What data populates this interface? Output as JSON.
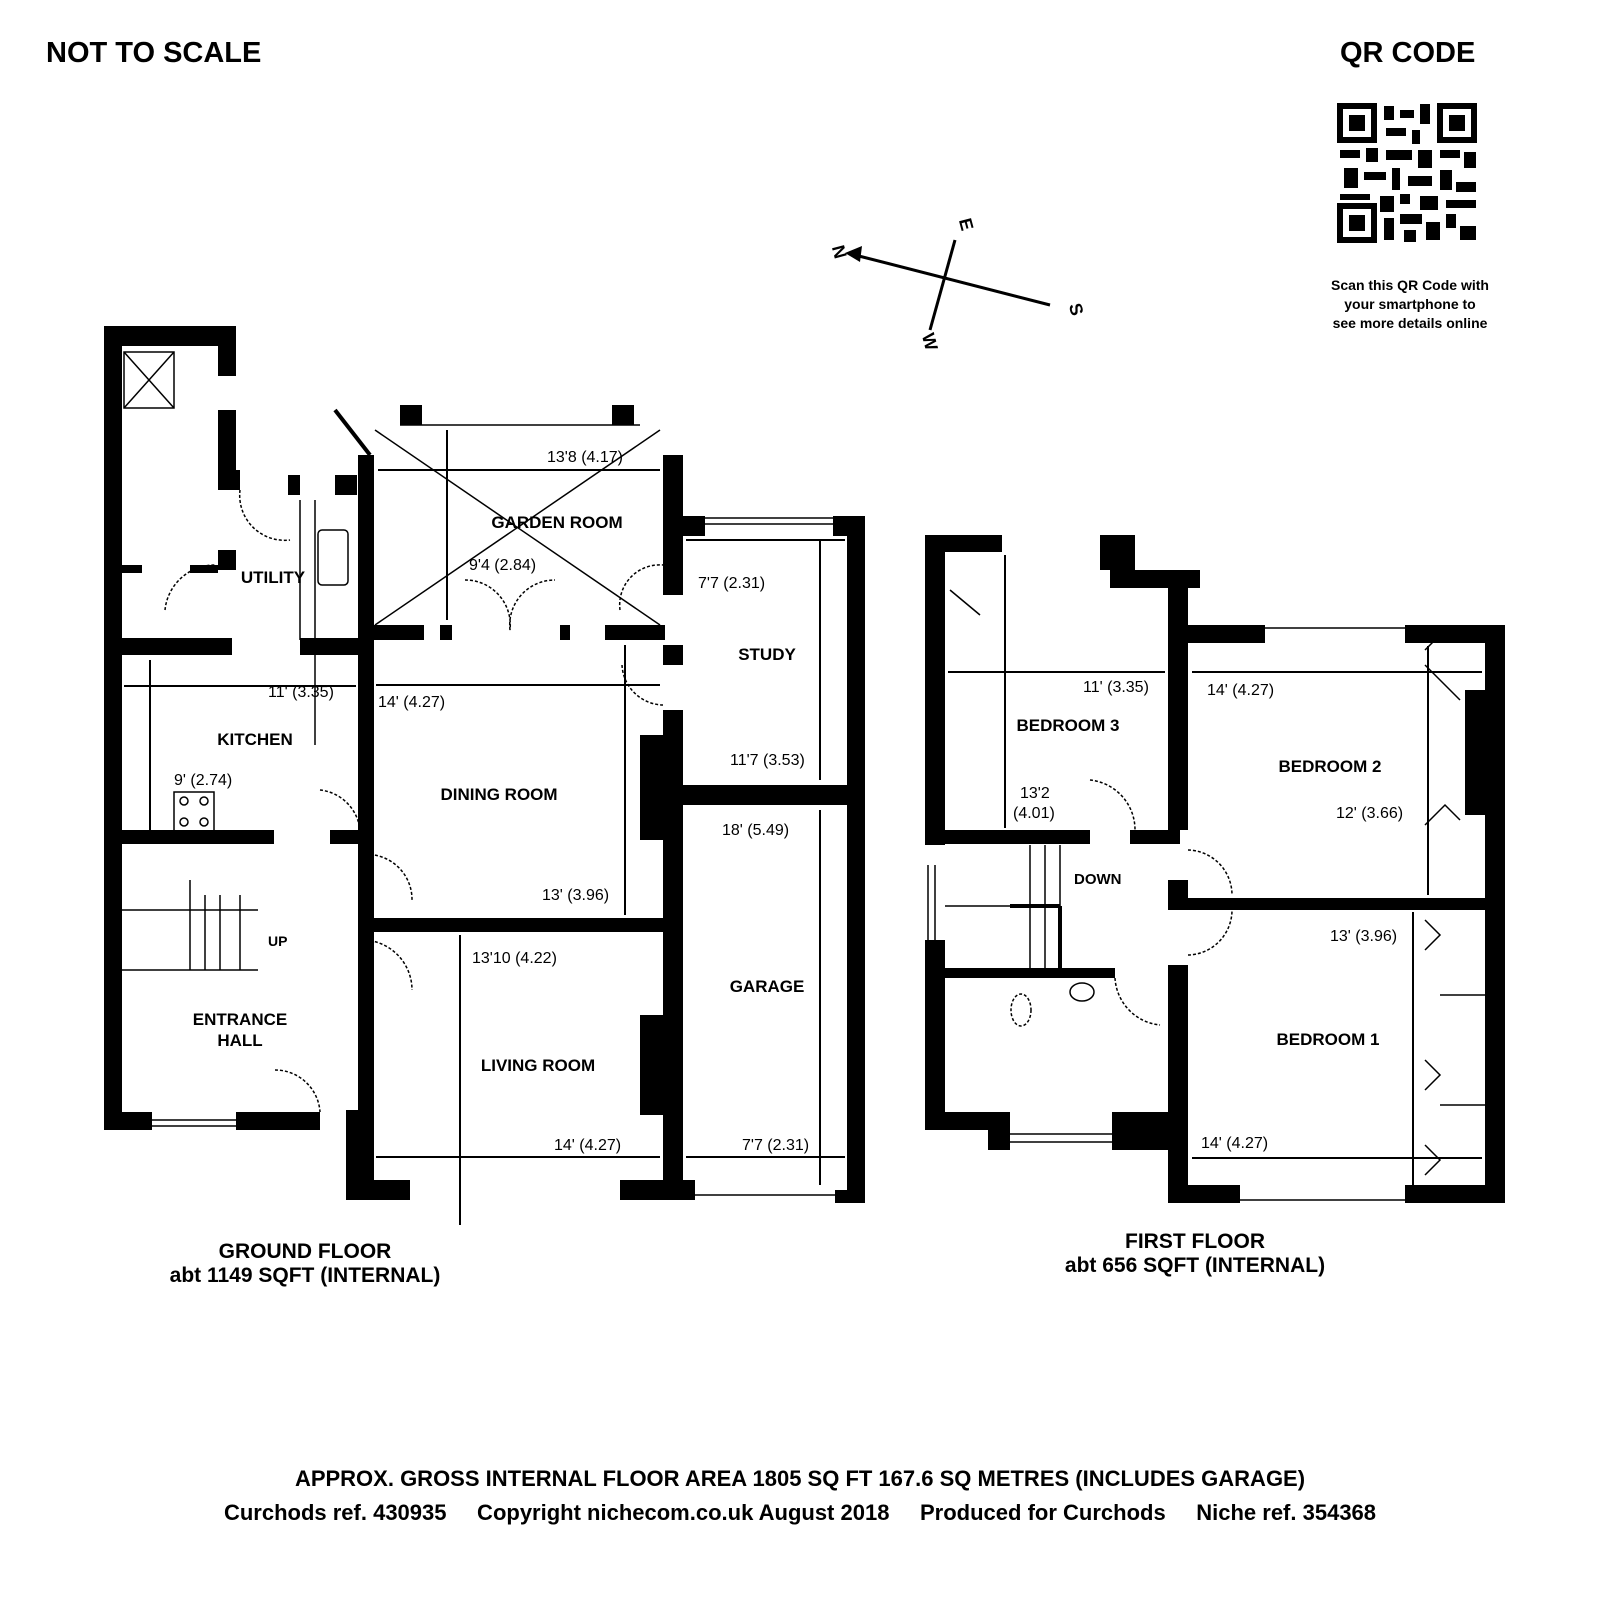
{
  "header": {
    "not_to_scale": "NOT TO SCALE",
    "qr_title": "QR CODE",
    "qr_caption": [
      "Scan this QR Code with",
      "your smartphone to",
      "see more details online"
    ]
  },
  "compass": {
    "n": "N",
    "e": "E",
    "s": "S",
    "w": "W"
  },
  "ground_floor": {
    "title": "GROUND FLOOR",
    "area": "abt 1149 SQFT (INTERNAL)",
    "rooms": {
      "garden_room": "GARDEN ROOM",
      "utility": "UTILITY",
      "kitchen": "KITCHEN",
      "dining_room": "DINING ROOM",
      "study": "STUDY",
      "garage": "GARAGE",
      "entrance_hall": "ENTRANCE",
      "entrance_hall_2": "HALL",
      "living_room": "LIVING ROOM",
      "up": "UP"
    },
    "dims": {
      "garden_w": "13'8 (4.17)",
      "garden_d": "9'4 (2.84)",
      "study_w": "7'7 (2.31)",
      "study_d": "11'7 (3.53)",
      "kitchen_w": "11' (3.35)",
      "kitchen_d": "9' (2.74)",
      "dining_w": "14' (4.27)",
      "dining_d": "13' (3.96)",
      "garage_d": "18' (5.49)",
      "garage_w": "7'7 (2.31)",
      "living_d": "13'10 (4.22)",
      "living_w": "14' (4.27)"
    }
  },
  "first_floor": {
    "title": "FIRST FLOOR",
    "area": "abt 656 SQFT (INTERNAL)",
    "rooms": {
      "bedroom3": "BEDROOM 3",
      "bedroom2": "BEDROOM 2",
      "bedroom1": "BEDROOM 1",
      "down": "DOWN"
    },
    "dims": {
      "bed3_w": "11' (3.35)",
      "bed3_d1": "13'2",
      "bed3_d2": "(4.01)",
      "bed2_w": "14' (4.27)",
      "bed2_d": "12' (3.66)",
      "bed1_d": "13' (3.96)",
      "bed1_w": "14' (4.27)"
    }
  },
  "footer": {
    "gross_area": "APPROX. GROSS INTERNAL FLOOR AREA 1805 SQ FT 167.6 SQ METRES (INCLUDES GARAGE)",
    "refs": "Curchods ref. 430935     Copyright nichecom.co.uk August 2018     Produced for Curchods     Niche ref. 354368"
  }
}
